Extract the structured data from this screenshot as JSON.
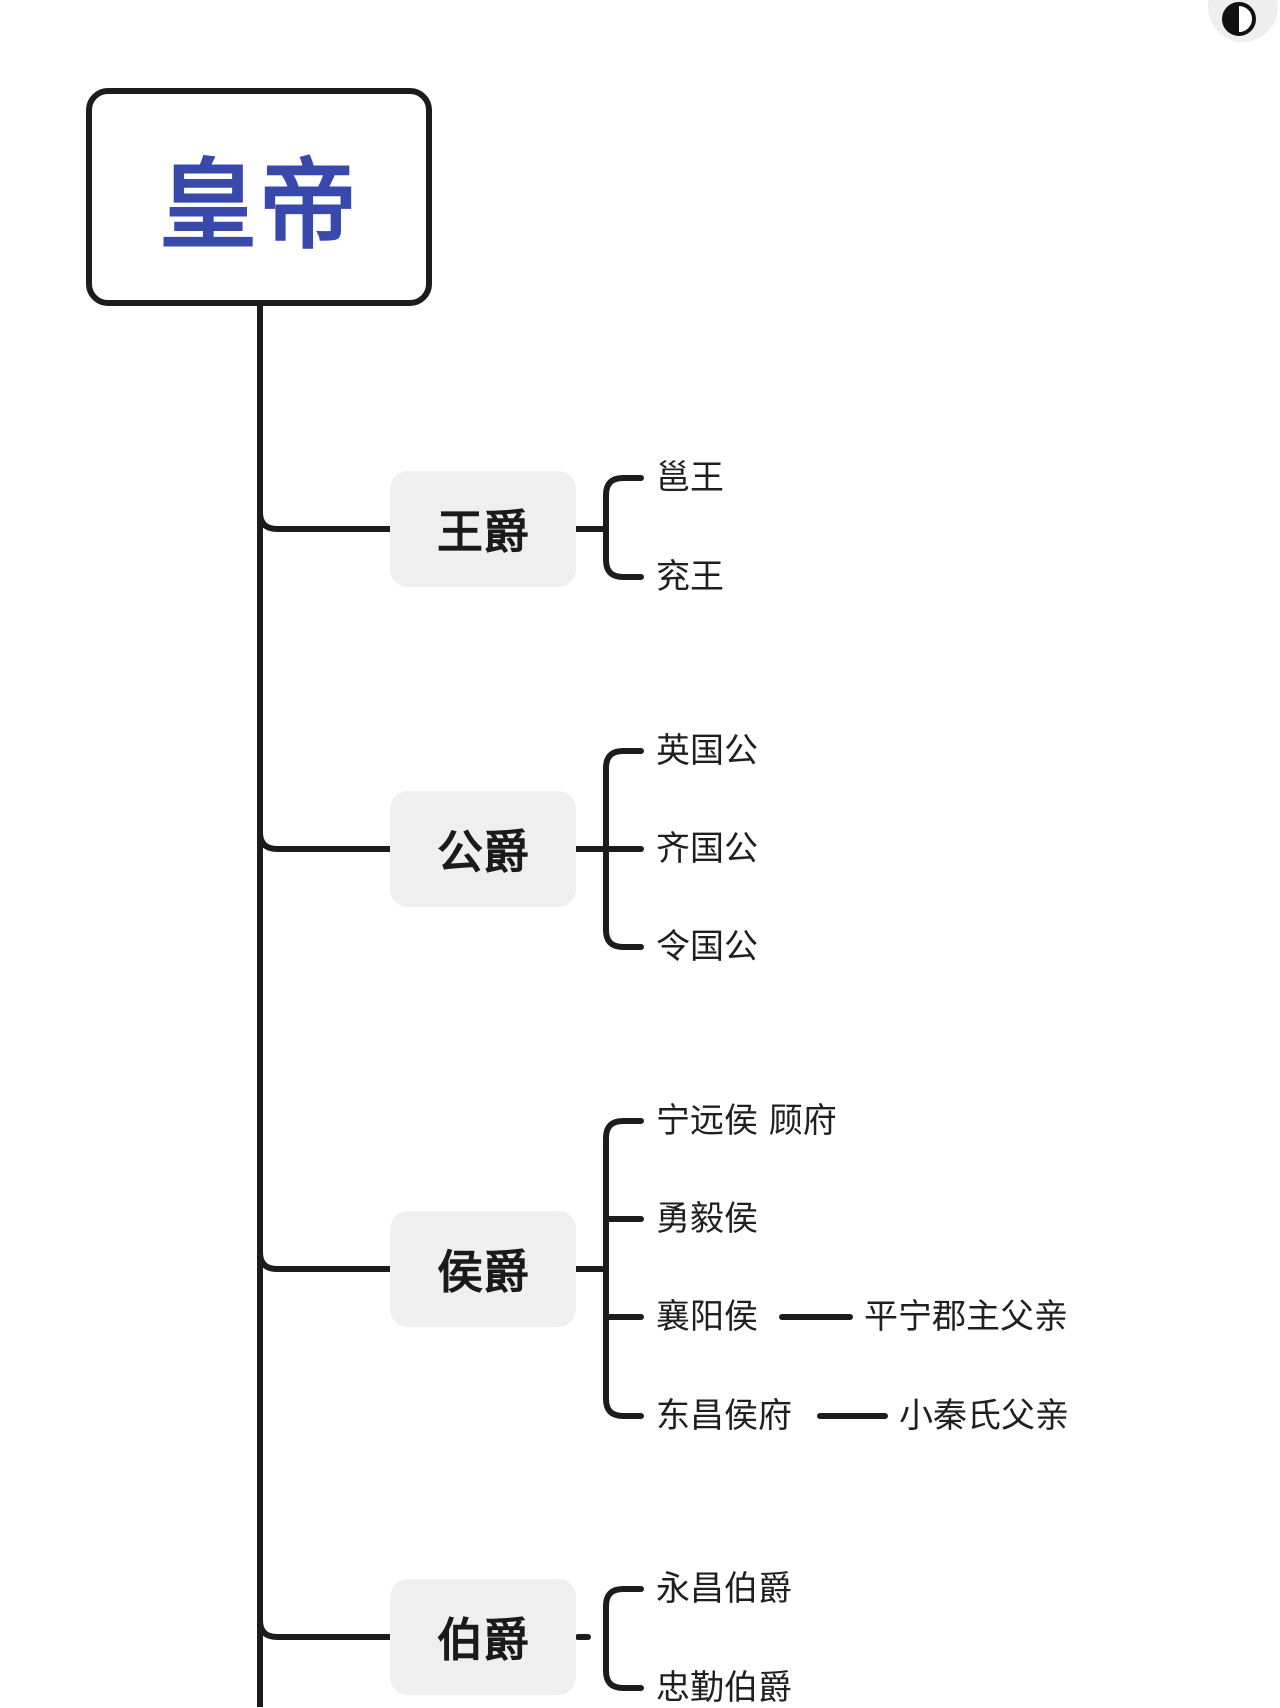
{
  "root": {
    "label": "皇帝",
    "color": "#3949ab"
  },
  "ranks": [
    {
      "label": "王爵",
      "children": [
        {
          "label": "邕王"
        },
        {
          "label": "兖王"
        }
      ]
    },
    {
      "label": "公爵",
      "children": [
        {
          "label": "英国公"
        },
        {
          "label": "齐国公"
        },
        {
          "label": "令国公"
        }
      ]
    },
    {
      "label": "侯爵",
      "children": [
        {
          "label": "宁远侯 顾府"
        },
        {
          "label": "勇毅侯"
        },
        {
          "label": "襄阳侯",
          "note": "平宁郡主父亲"
        },
        {
          "label": "东昌侯府",
          "note": "小秦氏父亲"
        }
      ]
    },
    {
      "label": "伯爵",
      "children": [
        {
          "label": "永昌伯爵"
        },
        {
          "label": "忠勤伯爵"
        }
      ]
    }
  ],
  "icons": {
    "corner": "contrast-icon"
  }
}
